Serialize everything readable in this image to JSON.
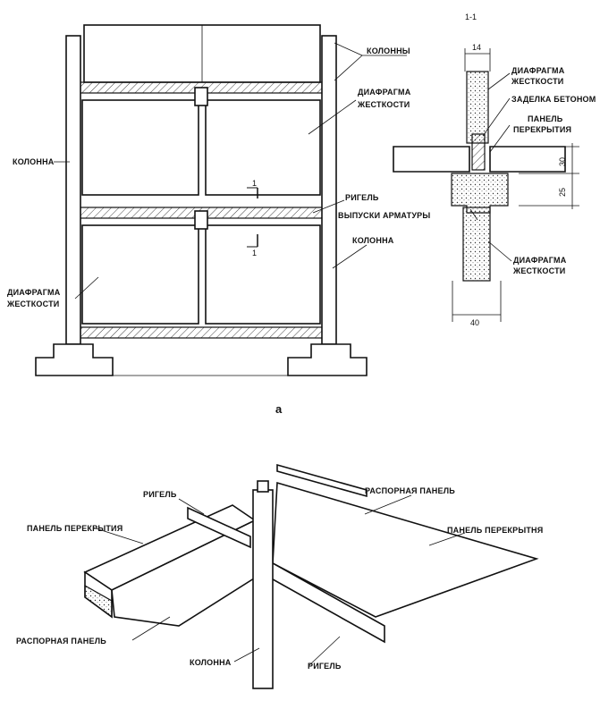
{
  "labels": {
    "kolonny": "КОЛОННЫ",
    "diafragma_upper_1": "ДИАФРАГМА",
    "diafragma_upper_2": "ЖЕСТКОСТИ",
    "kolonna_left": "КОЛОННА",
    "rigel_mid": "РИГЕЛЬ",
    "kolonna_right": "КОЛОННА",
    "diafragma_lower_1": "ДИАФРАГМА",
    "diafragma_lower_2": "ЖЕСТКОСТИ",
    "vypuski": "ВЫПУСКИ АРМАТУРЫ",
    "fig_a": "а",
    "section_mark": "1",
    "section_mark_lower": "1"
  },
  "section": {
    "title": "1-1",
    "diafragma_top_1": "ДИАФРАГМА",
    "diafragma_top_2": "ЖЕСТКОСТИ",
    "zadelka": "ЗАДЕЛКА БЕТОНОМ",
    "panel_1": "ПАНЕЛЬ",
    "panel_2": "ПЕРЕКРЫТИЯ",
    "diafragma_bottom_1": "ДИАФРАГМА",
    "diafragma_bottom_2": "ЖЕСТКОСТИ",
    "dim_top": "14",
    "dim_30": "30",
    "dim_25": "25",
    "dim_bottom": "40"
  },
  "iso": {
    "rigel_top": "РИГЕЛЬ",
    "raspornaya_top": "РАСПОРНАЯ ПАНЕЛЬ",
    "panel_left": "ПАНЕЛЬ ПЕРЕКРЫТИЯ",
    "panel_right": "ПАНЕЛЬ ПЕРЕКРЫТНЯ",
    "raspornaya_bottom": "РАСПОРНАЯ ПАНЕЛЬ",
    "kolonna": "КОЛОННА",
    "rigel_bottom": "РИГЕЛЬ"
  }
}
